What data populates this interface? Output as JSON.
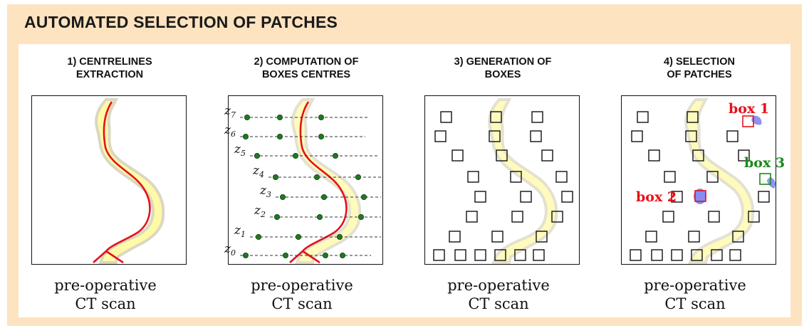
{
  "title": "AUTOMATED SELECTION OF PATCHES",
  "caption": {
    "line1": "pre-operative",
    "line2": "CT scan"
  },
  "steps": [
    {
      "line1": "1) CENTRELINES",
      "line2": "EXTRACTION"
    },
    {
      "line1": "2) COMPUTATION OF",
      "line2": "BOXES CENTRES"
    },
    {
      "line1": "3) GENERATION OF",
      "line2": "BOXES"
    },
    {
      "line1": "4) SELECTION",
      "line2": "OF PATCHES"
    }
  ],
  "z_labels": [
    "z",
    "z",
    "z",
    "z",
    "z",
    "z",
    "z",
    "z"
  ],
  "z_subscripts": [
    "7",
    "6",
    "5",
    "4",
    "3",
    "2",
    "1",
    "0"
  ],
  "selected_boxes": [
    {
      "label": "box 1",
      "color": "#e8101a"
    },
    {
      "label": "box 2",
      "color": "#e8101a"
    },
    {
      "label": "box 3",
      "color": "#1a8a1a"
    }
  ],
  "colors": {
    "frame": "#fde3bf",
    "vessel_fill": "#fffaa6",
    "vessel_edge": "#dcd7c2",
    "centreline": "#e3131b",
    "centre_point": "#1f7a1f",
    "patch_fill": "#7b7ff0"
  }
}
